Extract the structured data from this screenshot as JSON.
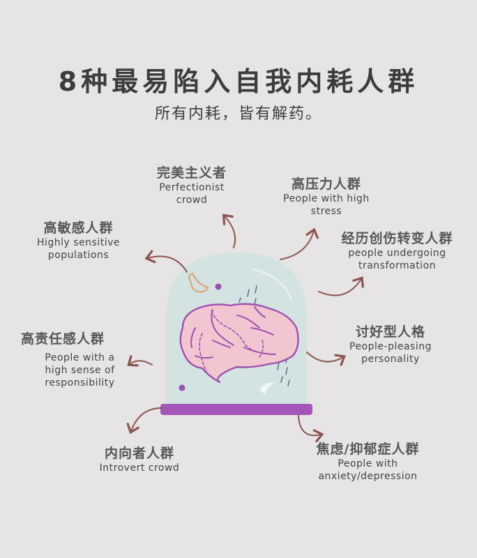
{
  "title": "8种最易陷入自我内耗人群",
  "subtitle": "所有内耗，皆有解药。",
  "groups": [
    {
      "cn": "完美主义者",
      "en": [
        "Perfectionist",
        "crowd"
      ]
    },
    {
      "cn": "高压力人群",
      "en": [
        "People with high",
        "stress"
      ]
    },
    {
      "cn": "高敏感人群",
      "en": [
        "Highly sensitive",
        "populations"
      ]
    },
    {
      "cn": "经历创伤转变人群",
      "en": [
        "people undergoing",
        "transformation"
      ]
    },
    {
      "cn": "讨好型人格",
      "en": [
        "People-pleasing",
        "personality"
      ]
    },
    {
      "cn": "高责任感人群",
      "en": [
        "People with a",
        "high sense of",
        "responsibility"
      ]
    },
    {
      "cn": "内向者人群",
      "en": [
        "Introvert crowd"
      ]
    },
    {
      "cn": "焦虑/抑郁症人群",
      "en": [
        "People with",
        "anxiety/depression"
      ]
    }
  ],
  "illustration": {
    "subject": "brain-in-bell-jar",
    "colors": {
      "background": "#e6e4e4",
      "jar": "#d3e3e1",
      "base": "#a455b8",
      "brain_fill": "#f2c6d0",
      "brain_stroke": "#a04fb0",
      "arrow": "#8a5550",
      "text": "#555657"
    }
  }
}
